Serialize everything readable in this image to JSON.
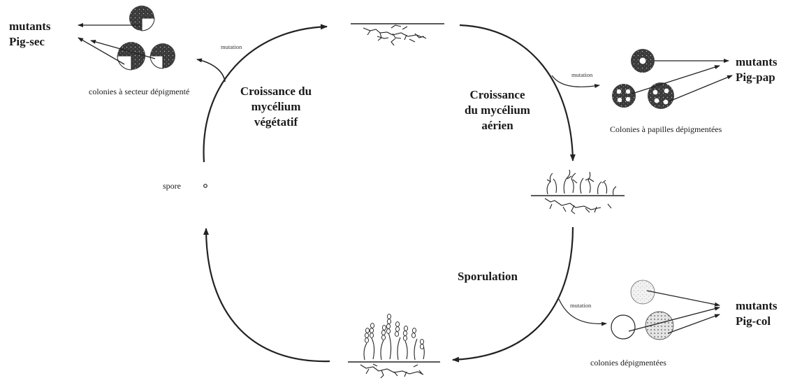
{
  "labels": {
    "vegetatif": [
      "Croissance du",
      "mycélium",
      "végétatif"
    ],
    "aerien": [
      "Croissance",
      "du mycélium",
      "aérien"
    ],
    "sporulation": "Sporulation",
    "spore": "spore",
    "mutation": "mutation"
  },
  "mutants": {
    "sec": {
      "title": "mutants",
      "name": "Pig-sec",
      "caption": "colonies à secteur dépigmenté"
    },
    "pap": {
      "title": "mutants",
      "name": "Pig-pap",
      "caption": "Colonies à papilles dépigmentées"
    },
    "col": {
      "title": "mutants",
      "name": "Pig-col",
      "caption": "colonies dépigmentées"
    }
  }
}
